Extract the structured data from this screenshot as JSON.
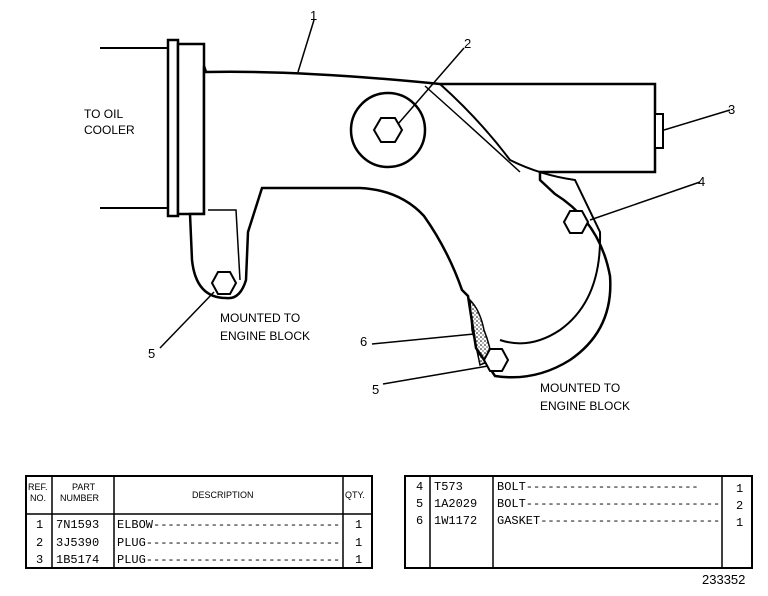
{
  "callouts": {
    "c1": "1",
    "c2": "2",
    "c3": "3",
    "c4": "4",
    "c5a": "5",
    "c5b": "5",
    "c6": "6"
  },
  "labels": {
    "to_oil_1": "TO OIL",
    "to_oil_2": "COOLER",
    "mounted_a_1": "MOUNTED TO",
    "mounted_a_2": "ENGINE BLOCK",
    "mounted_b_1": "MOUNTED TO",
    "mounted_b_2": "ENGINE BLOCK"
  },
  "table_left": {
    "headers": {
      "ref_1": "REF.",
      "ref_2": "NO.",
      "part_1": "PART",
      "part_2": "NUMBER",
      "desc": "DESCRIPTION",
      "qty": "QTY."
    },
    "rows": [
      {
        "ref": "1",
        "part": "7N1593",
        "desc": "ELBOW--------------------------",
        "qty": "1"
      },
      {
        "ref": "2",
        "part": "3J5390",
        "desc": "PLUG---------------------------",
        "qty": "1"
      },
      {
        "ref": "3",
        "part": "1B5174",
        "desc": "PLUG---------------------------",
        "qty": "1"
      }
    ]
  },
  "table_right": {
    "rows": [
      {
        "ref": "4",
        "part": "T573",
        "desc": "BOLT------------------------",
        "qty": "1"
      },
      {
        "ref": "5",
        "part": "1A2029",
        "desc": "BOLT---------------------------",
        "qty": "2"
      },
      {
        "ref": "6",
        "part": "1W1172",
        "desc": "GASKET-------------------------",
        "qty": "1"
      }
    ]
  },
  "figure_number": "233352"
}
